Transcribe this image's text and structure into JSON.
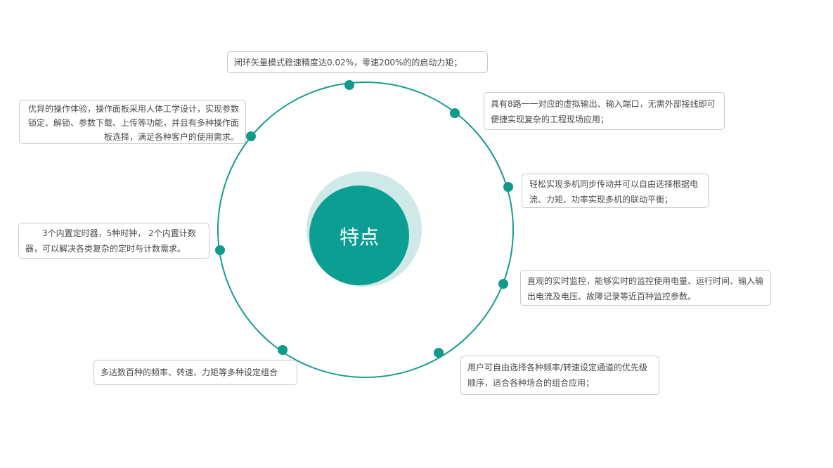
{
  "center": {
    "title": "特点"
  },
  "features": [
    {
      "text": "闭环矢量模式稳速精度达0.02%，零速200%的的启动力矩；"
    },
    {
      "text": "具有8路一一对应的虚拟输出、输入端口，无需外部接线即可便捷实现复杂的工程现场应用；"
    },
    {
      "text": "轻松实现多机同步传动并可以自由选择根据电流、力矩、功率实现多机的联动平衡；"
    },
    {
      "text": "直观的实时监控，能够实时的监控使用电量、运行时间、输入输出电流及电压、故障记录等近百种监控参数。"
    },
    {
      "text": "用户可自由选择各种频率/转速设定通道的优先级顺序，适合各种场合的组合应用；"
    },
    {
      "text": "多达数百种的频率、转速、力矩等多种设定组合"
    },
    {
      "text": "3个内置定时器，5种时钟， 2个内置计数器，可以解决各类复杂的定时与计数需求。"
    },
    {
      "text": "优异的操作体验，操作面板采用人体工学设计，实现参数锁定、解锁、参数下载、上传等功能，并且有多种操作面板选择，满足各种客户的使用需求。"
    }
  ],
  "colors": {
    "ring": "#169c8e",
    "dot": "#119a8c",
    "center_fill": "#0c9e93",
    "center_halo": "#cfe8e8",
    "box_border": "#c8c8c8",
    "text": "#4a4a4a"
  }
}
